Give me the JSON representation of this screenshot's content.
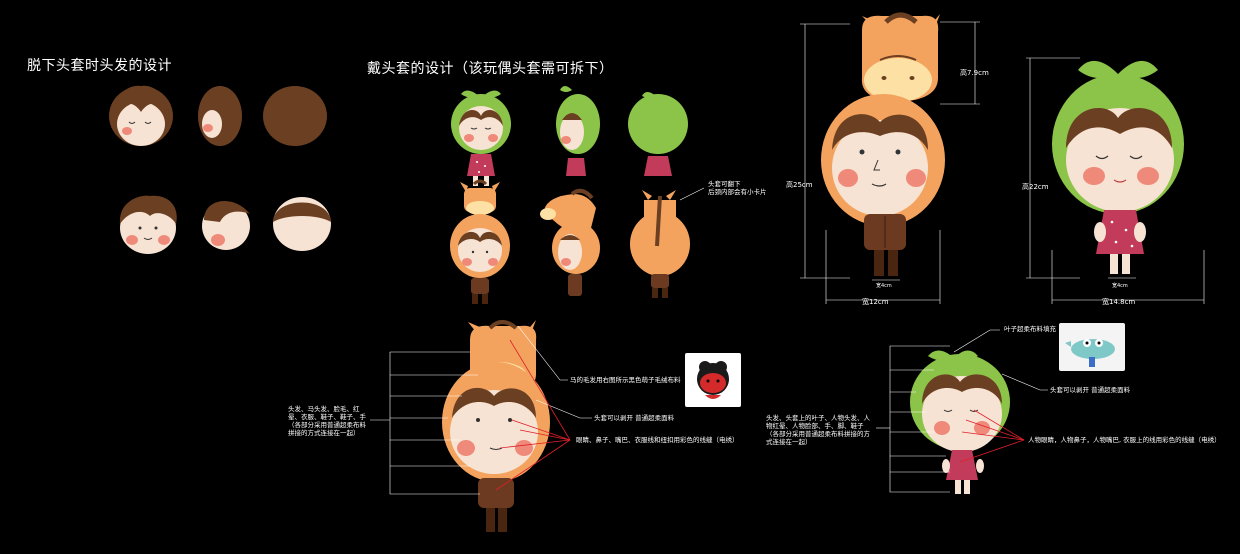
{
  "titles": {
    "removed": "脱下头套时头发的设计",
    "wearing": "戴头套的设计（该玩偶头套需可拆下）"
  },
  "annotations": {
    "hood_removable": "头套可翻下\n后颈内部会有小卡片",
    "horse_mane": "马的毛发用右图所示黑色萌子毛绒布料",
    "horse_hood_cut": "头套可以剥开  普通超柔面料",
    "horse_face_embroidery": "眼睛、鼻子、嘴巴、衣服线和纽扣用彩色的线缝（电绣）",
    "horse_left_block": "头发、马头发、脸毛、红晕、衣服、鞋子、鞋子、手（各部分采用普通超柔布料拼接的方式连接在一起）",
    "leaf_fill": "叶子超柔布料填充",
    "leaf_hood_cut": "头套可以剥开  普通超柔面料",
    "leaf_face_embroidery": "人物眼睛，人物鼻子，人物嘴巴, 衣服上的线用彩色的线缝（电绣）",
    "leaf_left_block": "头发、头套上的叶子、人物头发、人物红晕、人物脸部、手、脚、鞋子（各部分采用普通超柔布料拼接的方式连接在一起）"
  },
  "dimensions": {
    "horse_height": "高25cm",
    "horse_hood_height": "高7.9cm",
    "horse_width": "宽12cm",
    "horse_small_width": "宽4cm",
    "leaf_height": "高22cm",
    "leaf_width": "宽14.8cm",
    "leaf_small_width": "宽4cm"
  },
  "colors": {
    "background": "#000000",
    "hair": "#6b3f22",
    "skin": "#f7e3d3",
    "blush": "#ef8a7a",
    "horse_orange": "#f4a35e",
    "horse_light": "#fde0a4",
    "leaf_green": "#8cc449",
    "dress_pink": "#c33b5a",
    "pants_brown": "#6b3a20"
  }
}
